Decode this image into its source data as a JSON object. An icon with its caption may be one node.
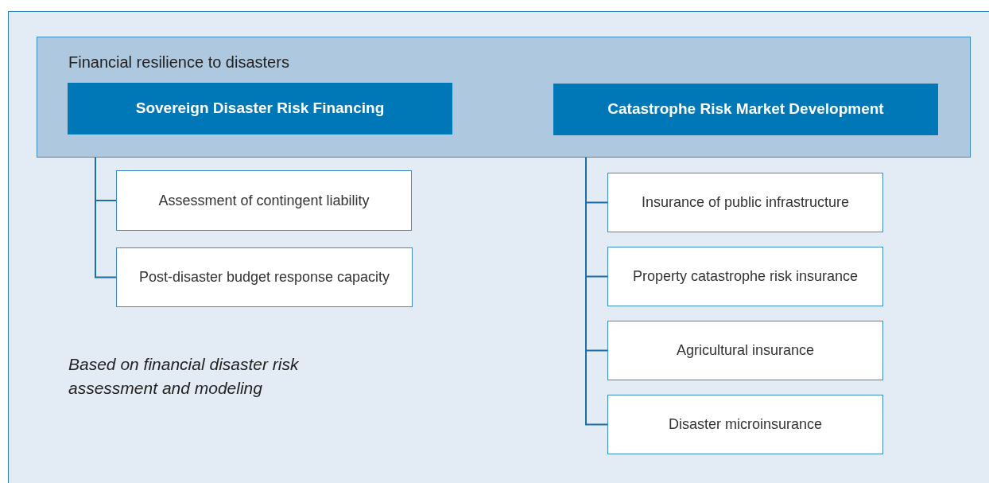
{
  "diagram": {
    "nodes": [
      {
        "text": [
          "Financial resilience to disasters"
        ]
      },
      {
        "text": [
          "Sovereign Disaster Risk Financing"
        ],
        "in": 0
      },
      {
        "text": [
          "Catastrophe Risk Market Development"
        ],
        "in": 0
      },
      {
        "text": [
          "Assessment of contingent liability"
        ]
      },
      {
        "text": [
          "Post-disaster budget response capacity"
        ]
      },
      {
        "text": [
          "Insurance of public infrastructure"
        ]
      },
      {
        "text": [
          "Property catastrophe risk insurance"
        ]
      },
      {
        "text": [
          "Agricultural insurance"
        ]
      },
      {
        "text": [
          "Disaster microinsurance"
        ]
      }
    ],
    "edges": [
      {
        "from": 1,
        "to": 3,
        "arrow": "none"
      },
      {
        "from": 1,
        "to": 4,
        "arrow": "none"
      },
      {
        "from": 2,
        "to": 5,
        "arrow": "none"
      },
      {
        "from": 2,
        "to": 6,
        "arrow": "none"
      },
      {
        "from": 2,
        "to": 7,
        "arrow": "none"
      },
      {
        "from": 2,
        "to": 8,
        "arrow": "none"
      }
    ],
    "labels": [
      "Based on financial disaster risk assessment and modeling"
    ]
  }
}
